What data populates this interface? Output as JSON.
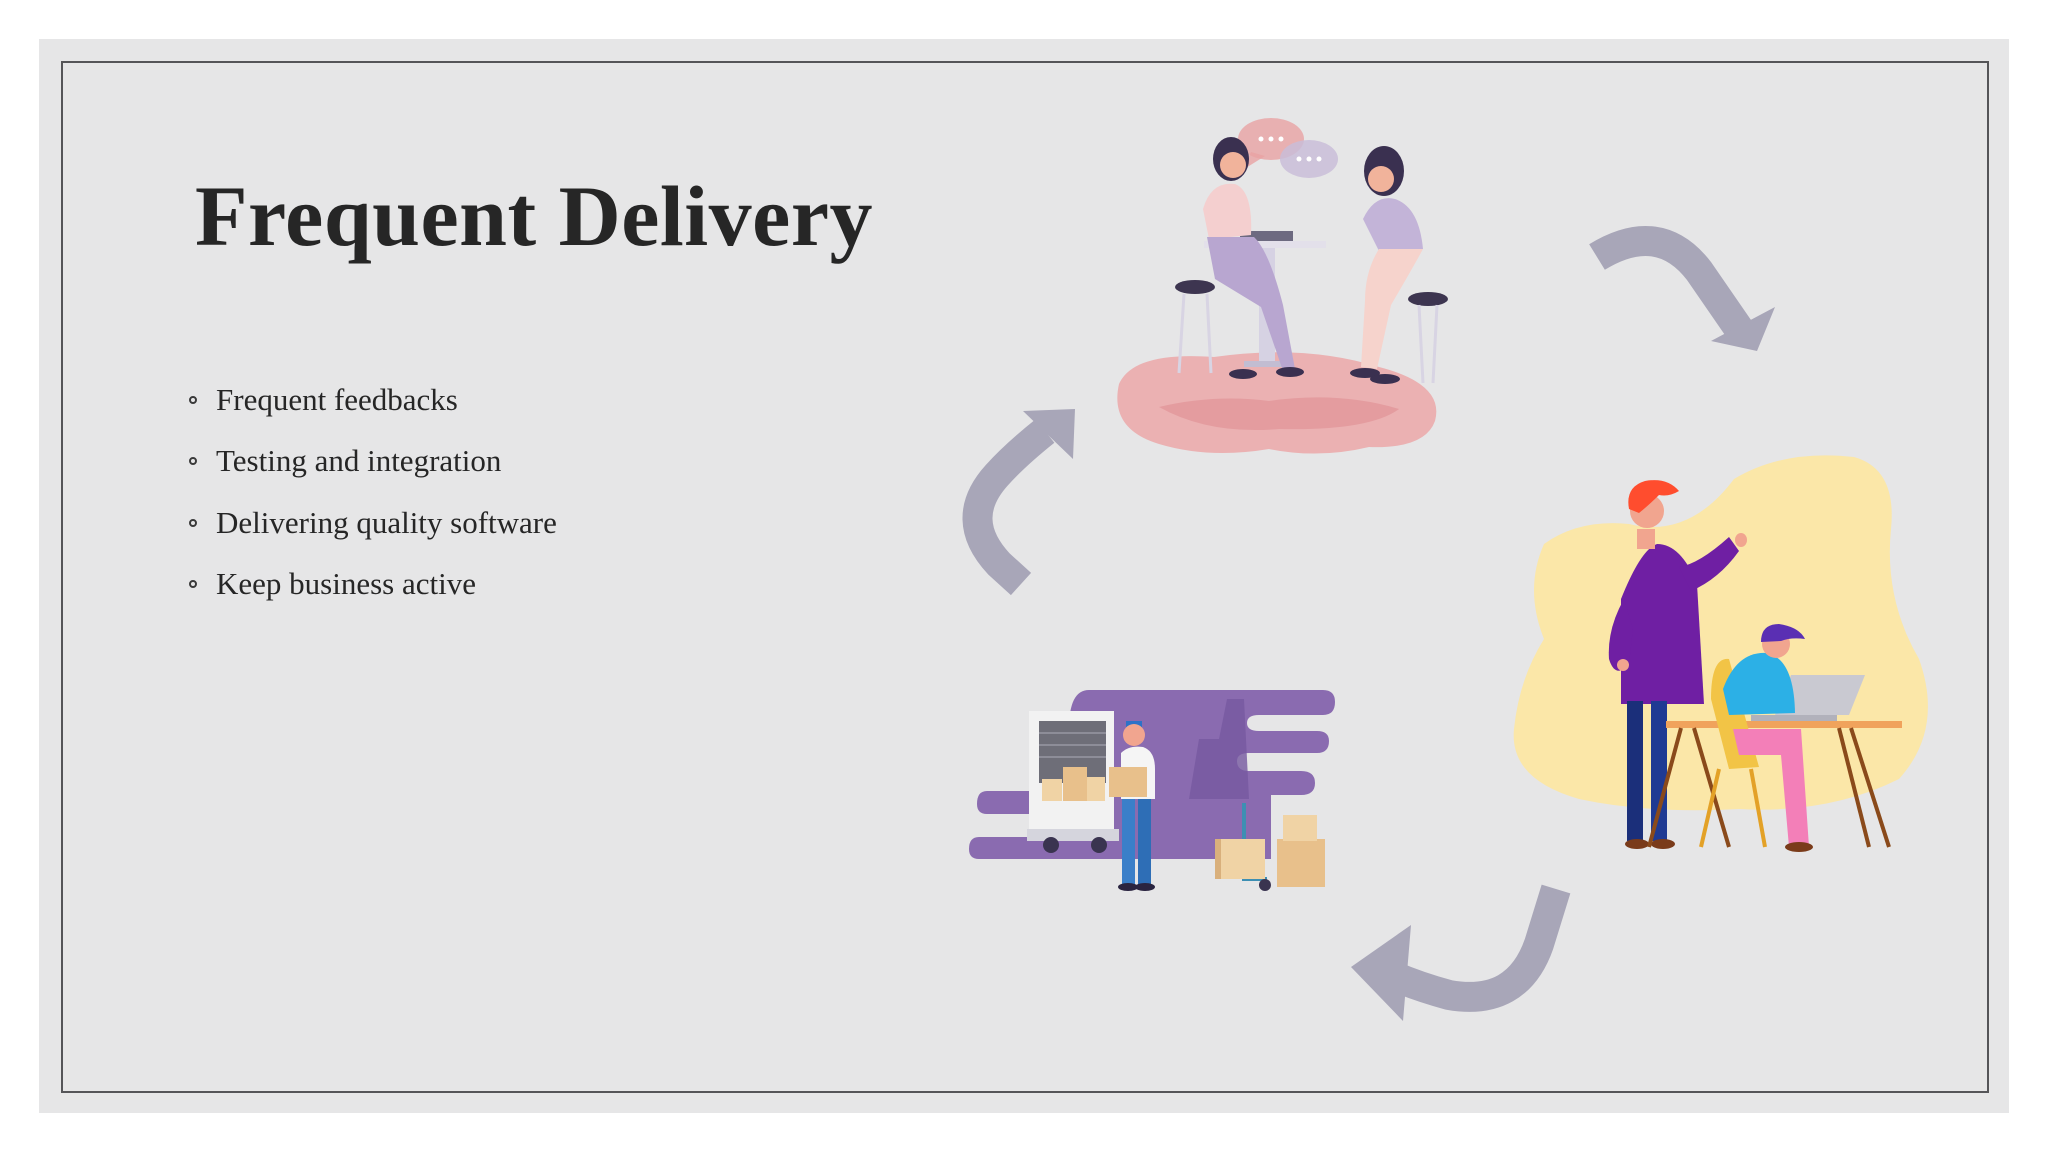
{
  "slide": {
    "title": "Frequent Delivery",
    "bullets": [
      "Frequent feedbacks",
      "Testing and integration",
      "Delivering quality software",
      "Keep business active"
    ],
    "illustrations": [
      "meeting-illustration",
      "team-at-laptop-illustration",
      "delivery-truck-illustration"
    ],
    "cycle_arrows": [
      "arrow-right-down",
      "arrow-down-left",
      "arrow-up-right"
    ]
  },
  "colors": {
    "slide_background": "#e6e6e7",
    "frame": "#555558",
    "text": "#262626",
    "arrow": "#a8a6b8",
    "blob_pink": "#eba7a8",
    "blob_yellow": "#fbe7a8",
    "scene_purple": "#8a6bb0"
  }
}
